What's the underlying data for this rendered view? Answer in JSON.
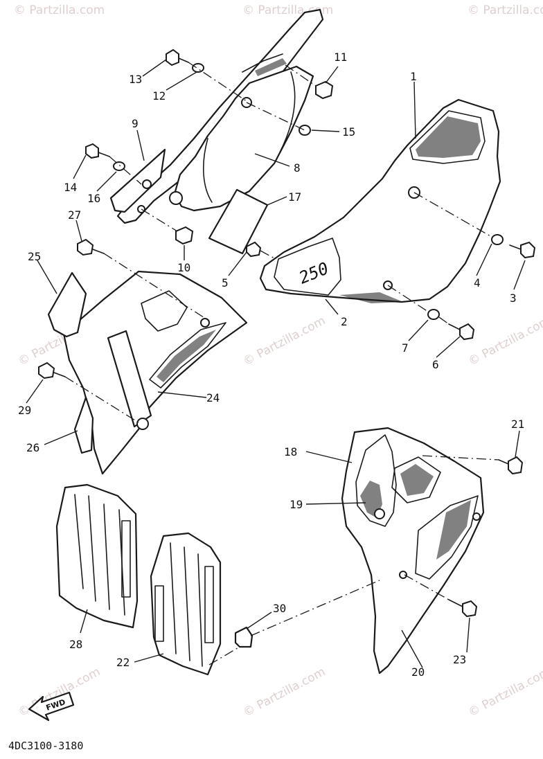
{
  "diagram": {
    "code": "4DC3100-3180",
    "watermark": "© Partzilla.com",
    "fwd_label": "FWD",
    "side_cover_numeral": "250",
    "callouts": [
      "1",
      "2",
      "3",
      "4",
      "5",
      "6",
      "7",
      "8",
      "9",
      "10",
      "11",
      "12",
      "13",
      "14",
      "15",
      "16",
      "17",
      "18",
      "19",
      "20",
      "21",
      "22",
      "23",
      "24",
      "25",
      "26",
      "27",
      "28",
      "29",
      "30"
    ]
  }
}
